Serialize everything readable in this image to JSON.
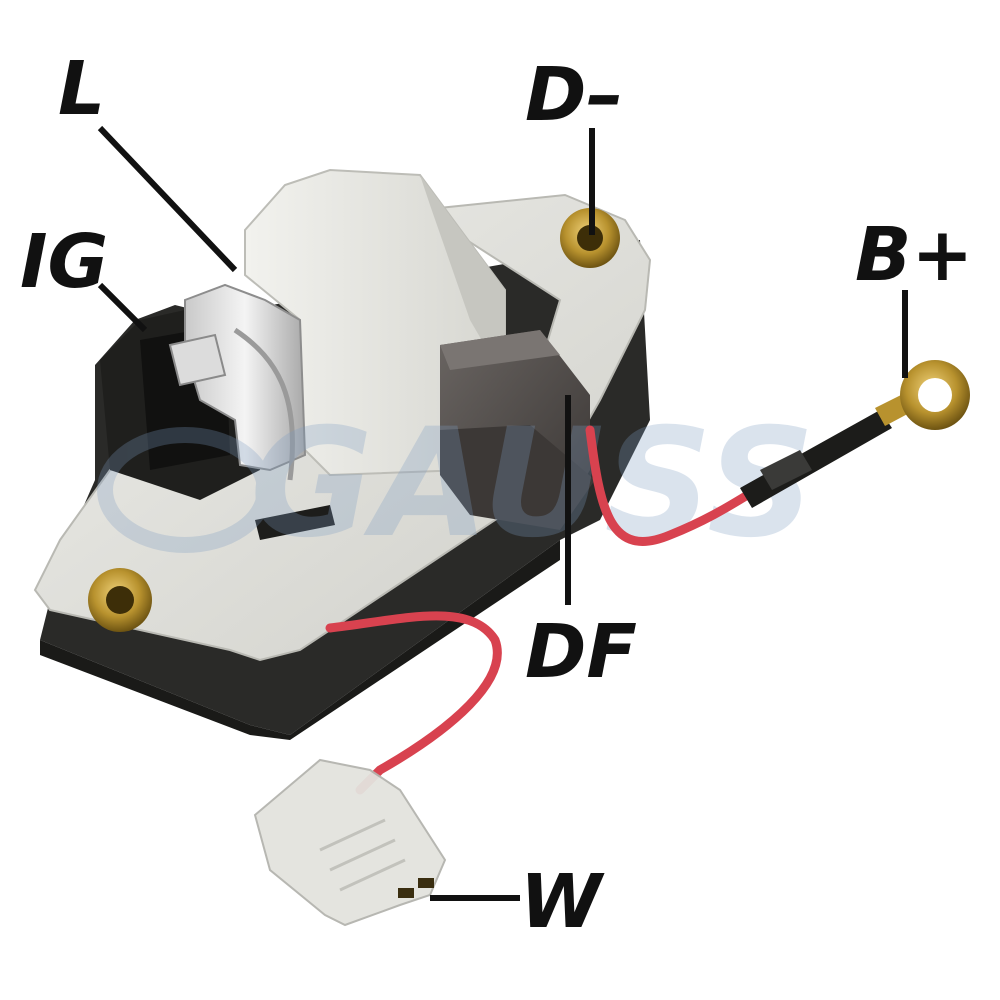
{
  "terminals": {
    "l": "L",
    "ig": "IG",
    "d_minus": "D–",
    "b_plus": "B+",
    "df": "DF",
    "w": "W"
  },
  "watermark": "GAUSS",
  "colors": {
    "housing_light": "#dcdcd6",
    "housing_dark": "#2a2a28",
    "wire_red": "#d8424f",
    "brass": "#b8922e",
    "carbon_brush": "#4a4644",
    "label_ink": "#111111"
  }
}
